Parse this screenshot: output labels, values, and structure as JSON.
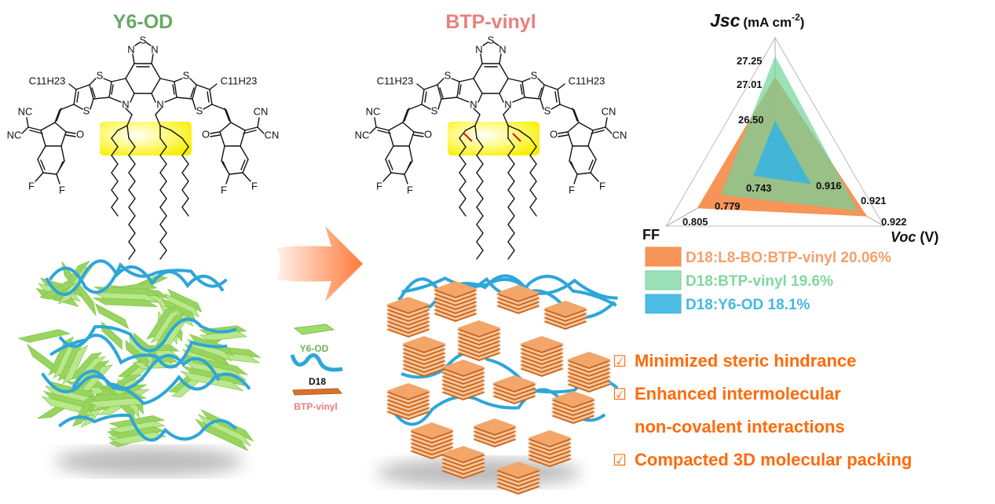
{
  "molecules": [
    {
      "name": "Y6-OD",
      "color": "#68a865"
    },
    {
      "name": "BTP-vinyl",
      "color": "#e8807c"
    }
  ],
  "atom_labels": {
    "S": "S",
    "N": "N",
    "O": "O",
    "F": "F",
    "NC": "NC",
    "CN": "CN",
    "alkyl": "C11H23"
  },
  "mini_legend": {
    "acceptor_old": {
      "label": "Y6-OD",
      "color": "#6ab45a"
    },
    "donor": {
      "label": "D18",
      "color": "#111111"
    },
    "acceptor_new": {
      "label": "BTP-vinyl",
      "color": "#e8807c"
    }
  },
  "checklist": [
    {
      "icon": "checkbox-checked-icon",
      "text": "Minimized steric hindrance"
    },
    {
      "icon": "checkbox-checked-icon",
      "text": "Enhanced intermolecular"
    },
    {
      "icon": "",
      "text": "non-covalent interactions"
    },
    {
      "icon": "checkbox-checked-icon",
      "text": "Compacted 3D molecular packing"
    }
  ],
  "checklist_color": "#ff6a0a",
  "chart_data": {
    "type": "radar",
    "axes": [
      {
        "label": "Jsc",
        "unit": "(mA cm-2)"
      },
      {
        "label": "Voc",
        "unit": "(V)"
      },
      {
        "label": "FF",
        "unit": ""
      }
    ],
    "series": [
      {
        "name": "D18:L8-BO:BTP-vinyl 20.06%",
        "color": "#f58a45",
        "values": {
          "Jsc": 27.01,
          "Voc": 0.922,
          "FF": 0.805
        },
        "labels": {
          "Jsc": "27.01",
          "Voc": "0.922",
          "FF": "0.805"
        }
      },
      {
        "name": "D18:BTP-vinyl 19.6%",
        "color": "#72d39a",
        "values": {
          "Jsc": 27.25,
          "Voc": 0.921,
          "FF": 0.779
        },
        "labels": {
          "Jsc": "27.25",
          "Voc": "0.921",
          "FF": "0.779"
        }
      },
      {
        "name": "D18:Y6-OD 18.1%",
        "color": "#3ab4e0",
        "values": {
          "Jsc": 26.5,
          "Voc": 0.916,
          "FF": 0.743
        },
        "labels": {
          "Jsc": "26.50",
          "Voc": "0.916",
          "FF": "0.743"
        }
      }
    ],
    "legend_position": "bottom"
  }
}
